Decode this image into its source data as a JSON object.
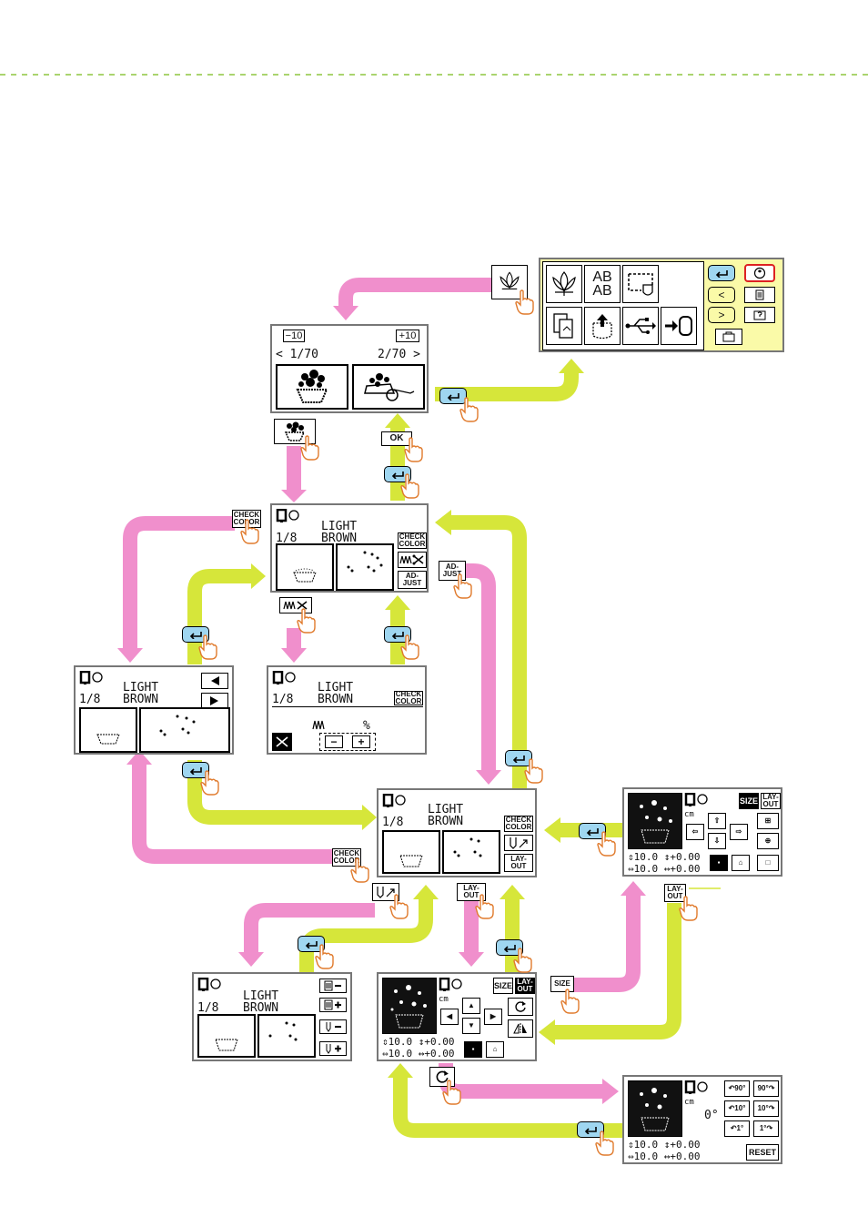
{
  "page": {
    "accent_green": "#d6e63a",
    "accent_pink": "#f08fcc",
    "dash_color": "#8dc63f",
    "panel_yellow": "#fafaa8",
    "back_blue": "#9fd6f0"
  },
  "home": {
    "icons": [
      "flower-icon",
      "letters-icon",
      "frame-icon",
      "memory-icon",
      "pocket-icon",
      "usb-icon",
      "card-icon"
    ],
    "letters": "AB\nAB"
  },
  "pattern_select": {
    "minus": "−10",
    "plus": "+10",
    "page_left": "< 1/70",
    "page_right": "2/70 >"
  },
  "color": {
    "index": "1/8",
    "name_1": "LIGHT",
    "name_2": "BROWN"
  },
  "keys": {
    "check_color": "CHECK\nCOLOR",
    "adjust": "AD-\nJUST",
    "layout": "LAY-\nOUT",
    "size": "SIZE",
    "ok": "OK",
    "reset": "RESET",
    "cm": "cm",
    "percent": "%",
    "degree": "0°",
    "minus_sign": "−",
    "plus_sign": "+"
  },
  "readouts": {
    "height": "10.0",
    "width": "10.0",
    "v_offset": "+0.00",
    "h_offset": "+0.00"
  },
  "rotate": {
    "keys": [
      "90°",
      "90°",
      "10°",
      "10°",
      "1°",
      "1°"
    ]
  }
}
